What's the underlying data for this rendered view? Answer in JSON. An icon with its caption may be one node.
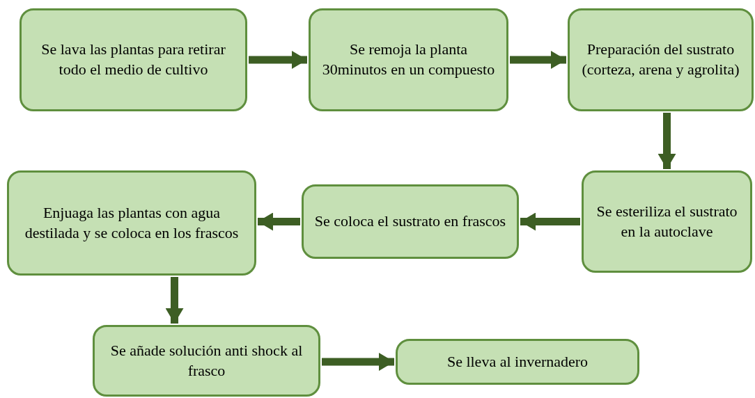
{
  "diagram": {
    "nodes": [
      {
        "text": [
          "Se lava las plantas para retirar todo el medio de cultivo"
        ]
      },
      {
        "text": [
          "Se remoja la planta 30minutos en un compuesto"
        ]
      },
      {
        "text": [
          "Preparación del sustrato (corteza, arena y agrolita)"
        ]
      },
      {
        "text": [
          "Se esteriliza el sustrato en la autoclave"
        ]
      },
      {
        "text": [
          "Se coloca el sustrato en frascos"
        ]
      },
      {
        "text": [
          "Enjuaga las plantas con agua destilada y se coloca en los frascos"
        ]
      },
      {
        "text": [
          "Se añade solución anti shock al frasco"
        ]
      },
      {
        "text": [
          "Se lleva al invernadero"
        ]
      }
    ],
    "edges": [
      {
        "from": 0,
        "to": 1,
        "arrow": "to"
      },
      {
        "from": 1,
        "to": 2,
        "arrow": "to"
      },
      {
        "from": 2,
        "to": 3,
        "arrow": "to"
      },
      {
        "from": 3,
        "to": 4,
        "arrow": "to"
      },
      {
        "from": 4,
        "to": 5,
        "arrow": "to"
      },
      {
        "from": 5,
        "to": 6,
        "arrow": "to"
      },
      {
        "from": 6,
        "to": 7,
        "arrow": "to"
      }
    ]
  }
}
